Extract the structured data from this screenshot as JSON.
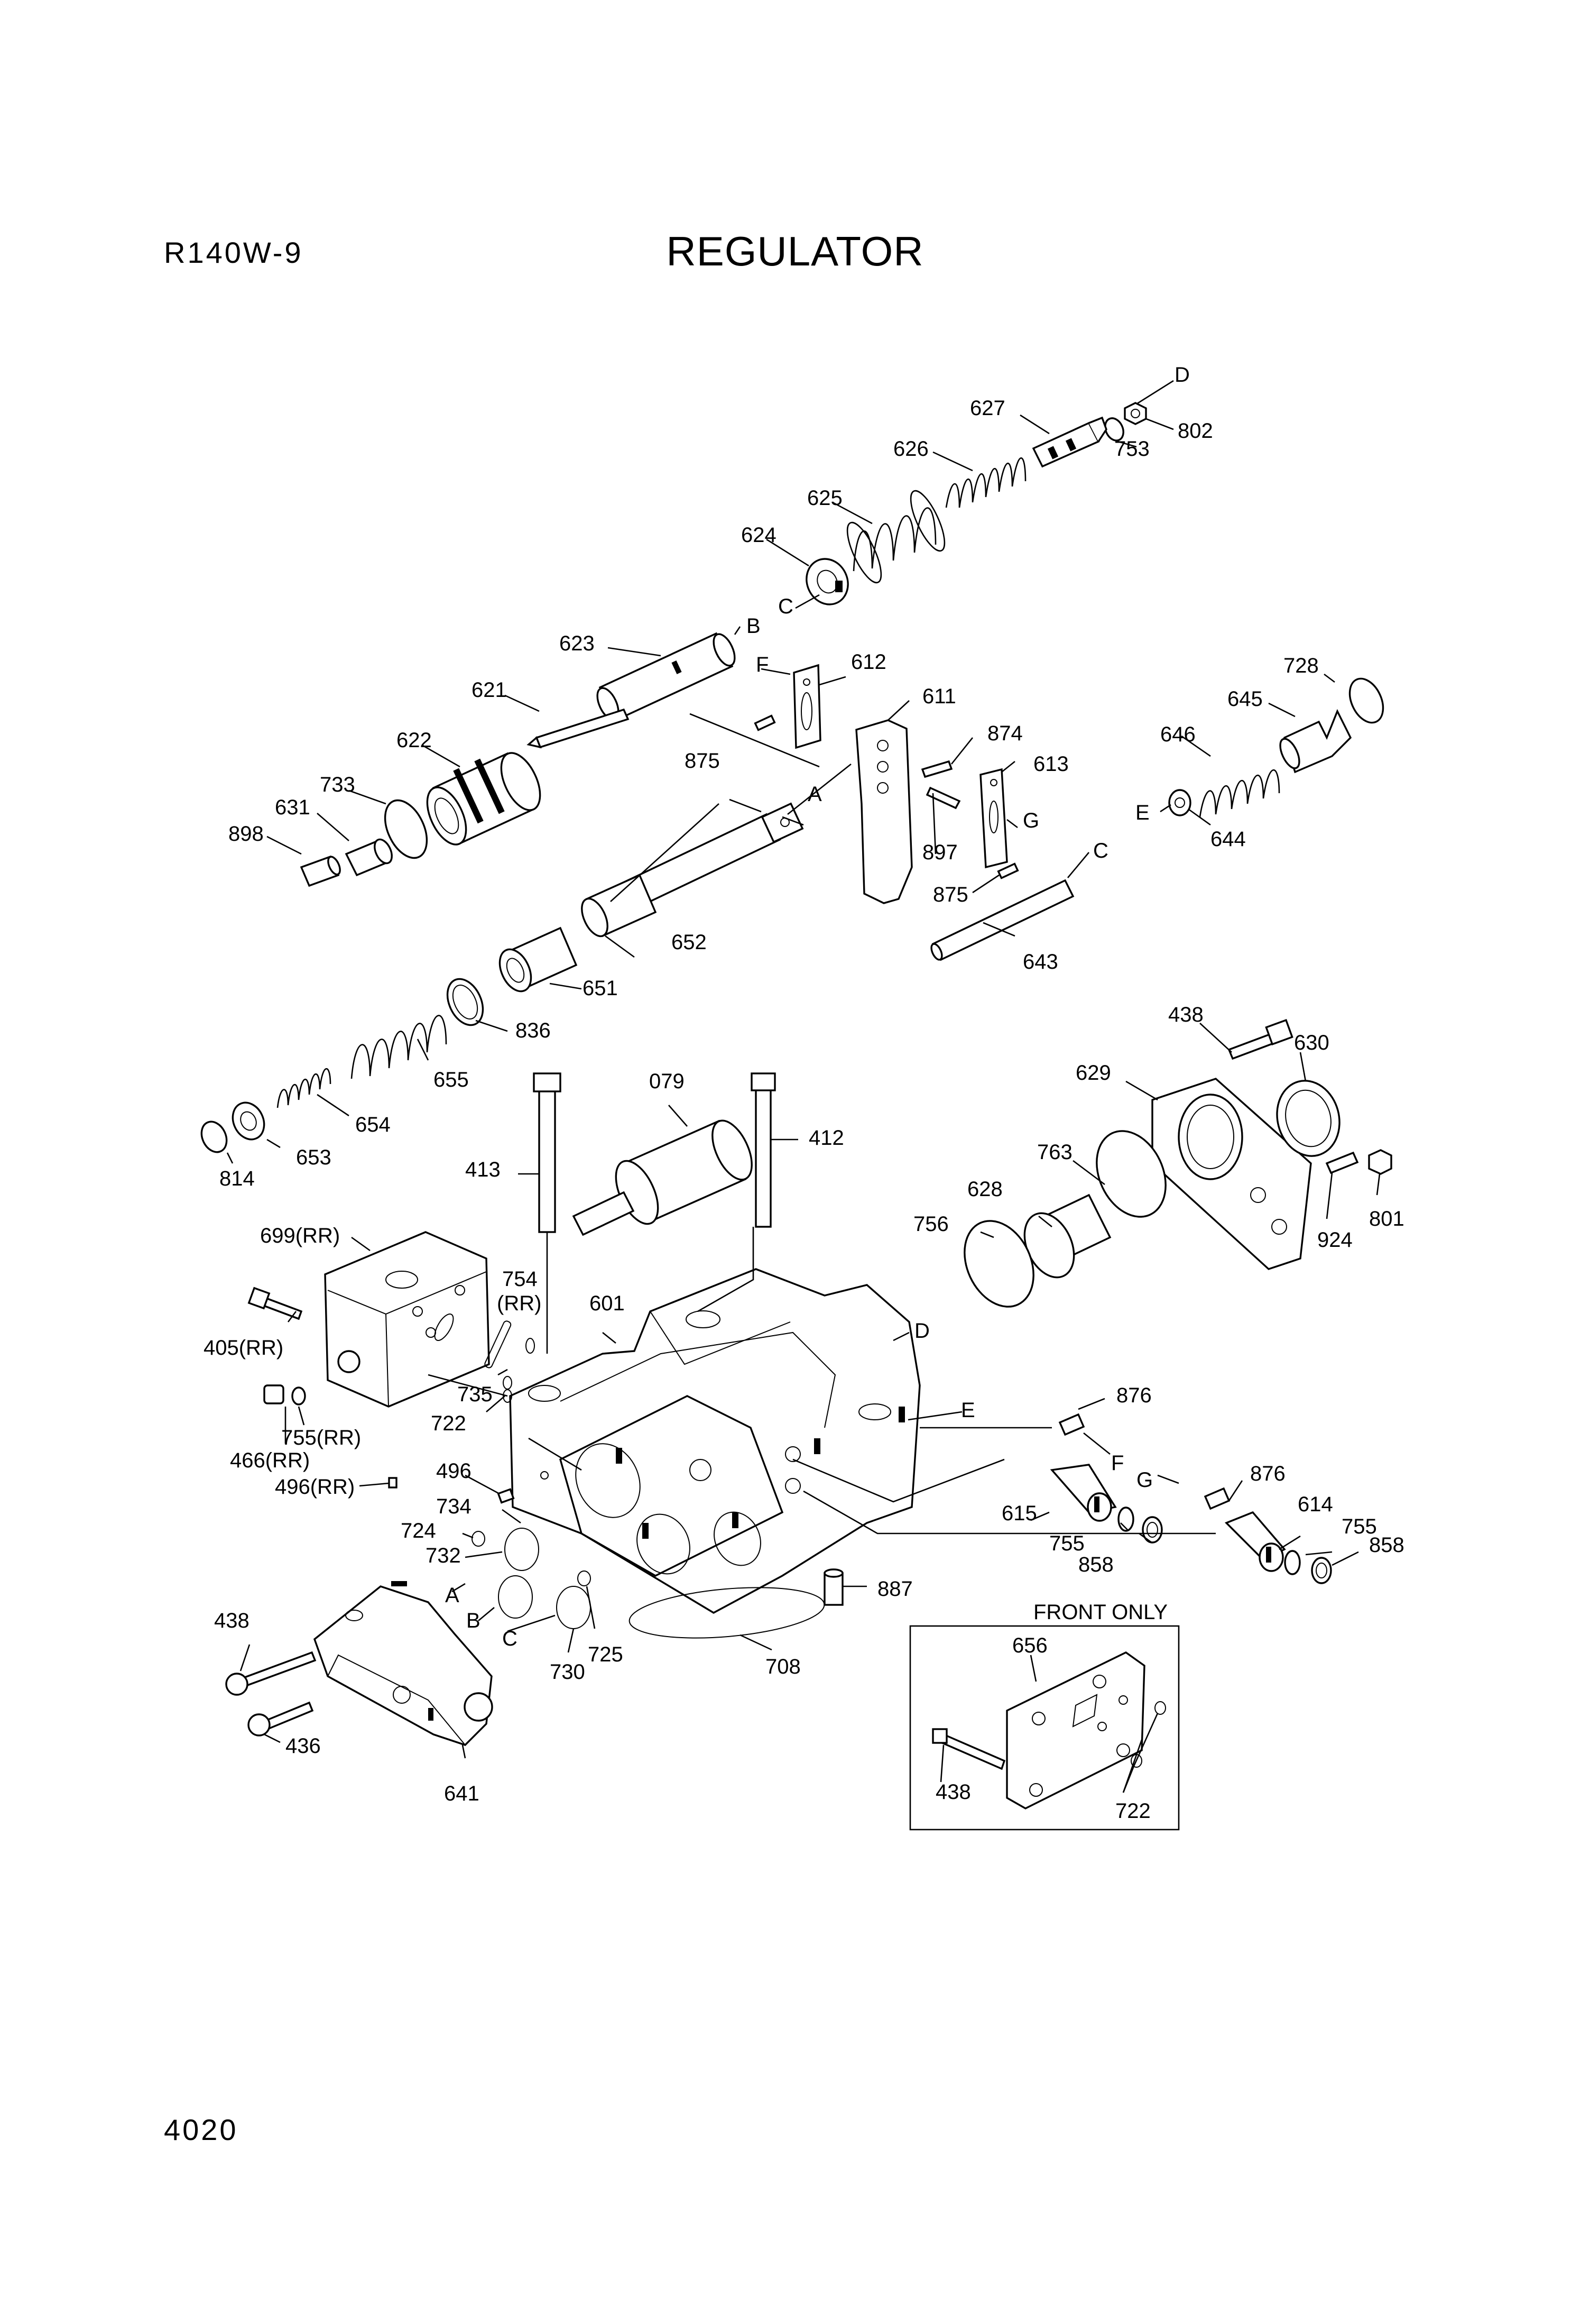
{
  "header": {
    "model": "R140W-9",
    "title": "REGULATOR"
  },
  "footer": {
    "page_number": "4020"
  },
  "inset": {
    "title": "FRONT ONLY"
  },
  "labels": [
    {
      "id": "D_top",
      "text": "D"
    },
    {
      "id": "627",
      "text": "627"
    },
    {
      "id": "802",
      "text": "802"
    },
    {
      "id": "753",
      "text": "753"
    },
    {
      "id": "626",
      "text": "626"
    },
    {
      "id": "625",
      "text": "625"
    },
    {
      "id": "624",
      "text": "624"
    },
    {
      "id": "C_624",
      "text": "C"
    },
    {
      "id": "B_623",
      "text": "B"
    },
    {
      "id": "623",
      "text": "623"
    },
    {
      "id": "F_612",
      "text": "F"
    },
    {
      "id": "612",
      "text": "612"
    },
    {
      "id": "611",
      "text": "611"
    },
    {
      "id": "621",
      "text": "621"
    },
    {
      "id": "728",
      "text": "728"
    },
    {
      "id": "645",
      "text": "645"
    },
    {
      "id": "622",
      "text": "622"
    },
    {
      "id": "875_a",
      "text": "875"
    },
    {
      "id": "874",
      "text": "874"
    },
    {
      "id": "646",
      "text": "646"
    },
    {
      "id": "613",
      "text": "613"
    },
    {
      "id": "733",
      "text": "733"
    },
    {
      "id": "A_shaft",
      "text": "A"
    },
    {
      "id": "631",
      "text": "631"
    },
    {
      "id": "G_613",
      "text": "G"
    },
    {
      "id": "E_644",
      "text": "E"
    },
    {
      "id": "644",
      "text": "644"
    },
    {
      "id": "898",
      "text": "898"
    },
    {
      "id": "897",
      "text": "897"
    },
    {
      "id": "C_643",
      "text": "C"
    },
    {
      "id": "875_b",
      "text": "875"
    },
    {
      "id": "652",
      "text": "652"
    },
    {
      "id": "643",
      "text": "643"
    },
    {
      "id": "651",
      "text": "651"
    },
    {
      "id": "836",
      "text": "836"
    },
    {
      "id": "438_top",
      "text": "438"
    },
    {
      "id": "630",
      "text": "630"
    },
    {
      "id": "629",
      "text": "629"
    },
    {
      "id": "655",
      "text": "655"
    },
    {
      "id": "079",
      "text": "079"
    },
    {
      "id": "654",
      "text": "654"
    },
    {
      "id": "412",
      "text": "412"
    },
    {
      "id": "763",
      "text": "763"
    },
    {
      "id": "413",
      "text": "413"
    },
    {
      "id": "653",
      "text": "653"
    },
    {
      "id": "814",
      "text": "814"
    },
    {
      "id": "628",
      "text": "628"
    },
    {
      "id": "801",
      "text": "801"
    },
    {
      "id": "756",
      "text": "756"
    },
    {
      "id": "924",
      "text": "924"
    },
    {
      "id": "699RR",
      "text": "699(RR)"
    },
    {
      "id": "754",
      "text": "754"
    },
    {
      "id": "754RR",
      "text": "(RR)"
    },
    {
      "id": "601",
      "text": "601"
    },
    {
      "id": "D_601",
      "text": "D"
    },
    {
      "id": "405RR",
      "text": "405(RR)"
    },
    {
      "id": "735",
      "text": "735"
    },
    {
      "id": "722_a",
      "text": "722"
    },
    {
      "id": "E_601",
      "text": "E"
    },
    {
      "id": "876_a",
      "text": "876"
    },
    {
      "id": "755RR",
      "text": "755(RR)"
    },
    {
      "id": "466RR",
      "text": "466(RR)"
    },
    {
      "id": "F_876",
      "text": "F"
    },
    {
      "id": "496",
      "text": "496"
    },
    {
      "id": "496RR",
      "text": "496(RR)"
    },
    {
      "id": "G_876",
      "text": "G"
    },
    {
      "id": "876_b",
      "text": "876"
    },
    {
      "id": "734",
      "text": "734"
    },
    {
      "id": "614",
      "text": "614"
    },
    {
      "id": "615",
      "text": "615"
    },
    {
      "id": "724",
      "text": "724"
    },
    {
      "id": "755_a",
      "text": "755"
    },
    {
      "id": "755_b",
      "text": "755"
    },
    {
      "id": "858_a",
      "text": "858"
    },
    {
      "id": "858_b",
      "text": "858"
    },
    {
      "id": "732",
      "text": "732"
    },
    {
      "id": "887",
      "text": "887"
    },
    {
      "id": "A_732",
      "text": "A"
    },
    {
      "id": "B_732",
      "text": "B"
    },
    {
      "id": "C_730",
      "text": "C"
    },
    {
      "id": "438_left",
      "text": "438"
    },
    {
      "id": "725",
      "text": "725"
    },
    {
      "id": "730",
      "text": "730"
    },
    {
      "id": "708",
      "text": "708"
    },
    {
      "id": "656",
      "text": "656"
    },
    {
      "id": "436",
      "text": "436"
    },
    {
      "id": "641",
      "text": "641"
    },
    {
      "id": "438_inset",
      "text": "438"
    },
    {
      "id": "722_b",
      "text": "722"
    }
  ]
}
